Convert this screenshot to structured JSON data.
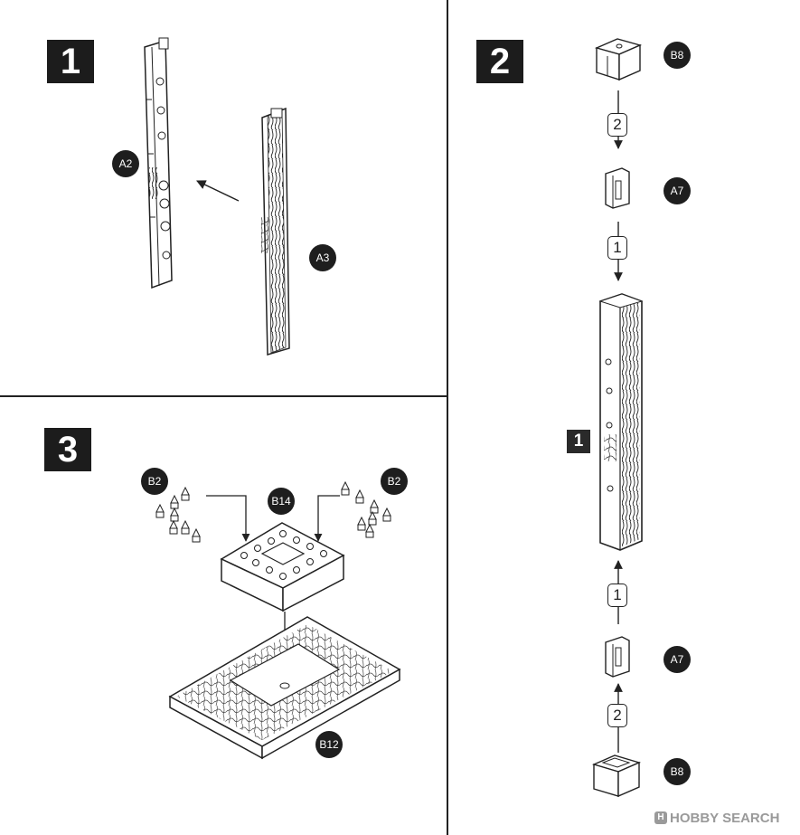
{
  "steps": [
    {
      "number": "1"
    },
    {
      "number": "2"
    },
    {
      "number": "3"
    }
  ],
  "step1": {
    "parts": [
      "A2",
      "A3"
    ]
  },
  "step2": {
    "parts": [
      "B8",
      "A7",
      "A7",
      "B8"
    ],
    "order_labels": [
      "2",
      "1",
      "1",
      "2"
    ],
    "reference_step": "1"
  },
  "step3": {
    "parts": [
      "B2",
      "B14",
      "B2",
      "B12"
    ]
  },
  "watermark": {
    "logo": "H",
    "text": "HOBBY SEARCH"
  },
  "colors": {
    "ink": "#222222",
    "badge": "#1e1e1e",
    "paper": "#ffffff"
  }
}
